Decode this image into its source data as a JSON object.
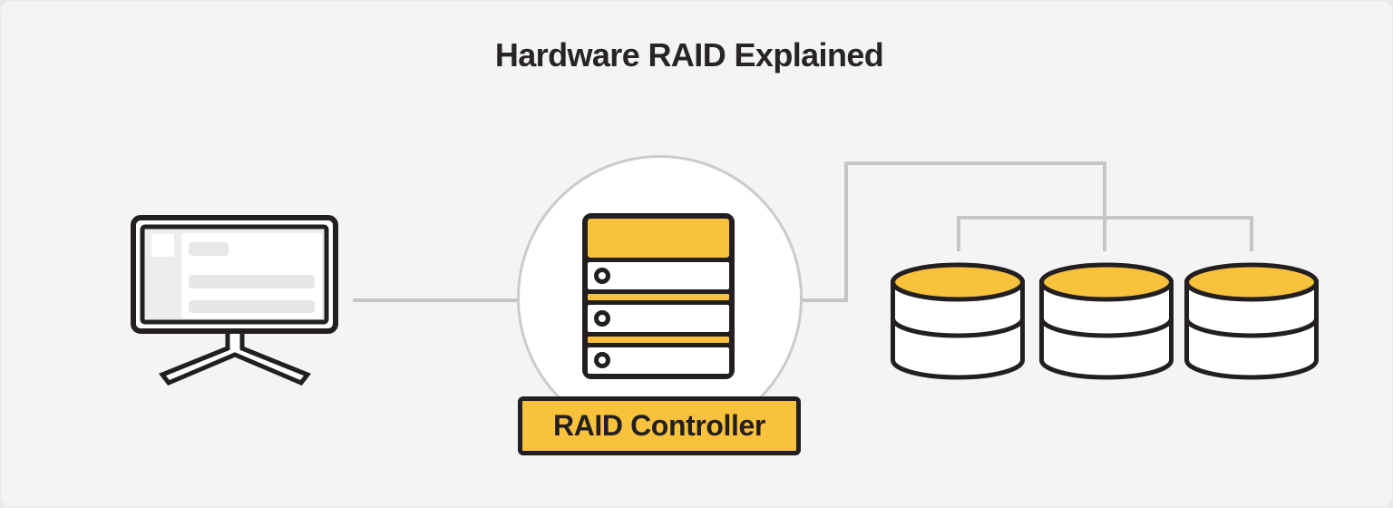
{
  "title": "Hardware RAID Explained",
  "diagram": {
    "controller_label": "RAID Controller",
    "nodes": {
      "computer_icon": "desktop-monitor",
      "controller_icon": "server-rack",
      "disk_icons": [
        "storage-disk",
        "storage-disk",
        "storage-disk"
      ]
    },
    "connections": [
      {
        "from": "computer",
        "to": "raid-controller"
      },
      {
        "from": "raid-controller",
        "to": "disk-1"
      },
      {
        "from": "raid-controller",
        "to": "disk-2"
      },
      {
        "from": "raid-controller",
        "to": "disk-3"
      }
    ]
  },
  "colors": {
    "background": "#f5f4f5",
    "accent_yellow": "#f9c23d",
    "outline_dark": "#231f20",
    "connector_gray": "#c6c6c6",
    "circle_stroke": "#cbcbcb",
    "screen_gray": "#ededed",
    "bar_gray": "#e7e7e7"
  }
}
